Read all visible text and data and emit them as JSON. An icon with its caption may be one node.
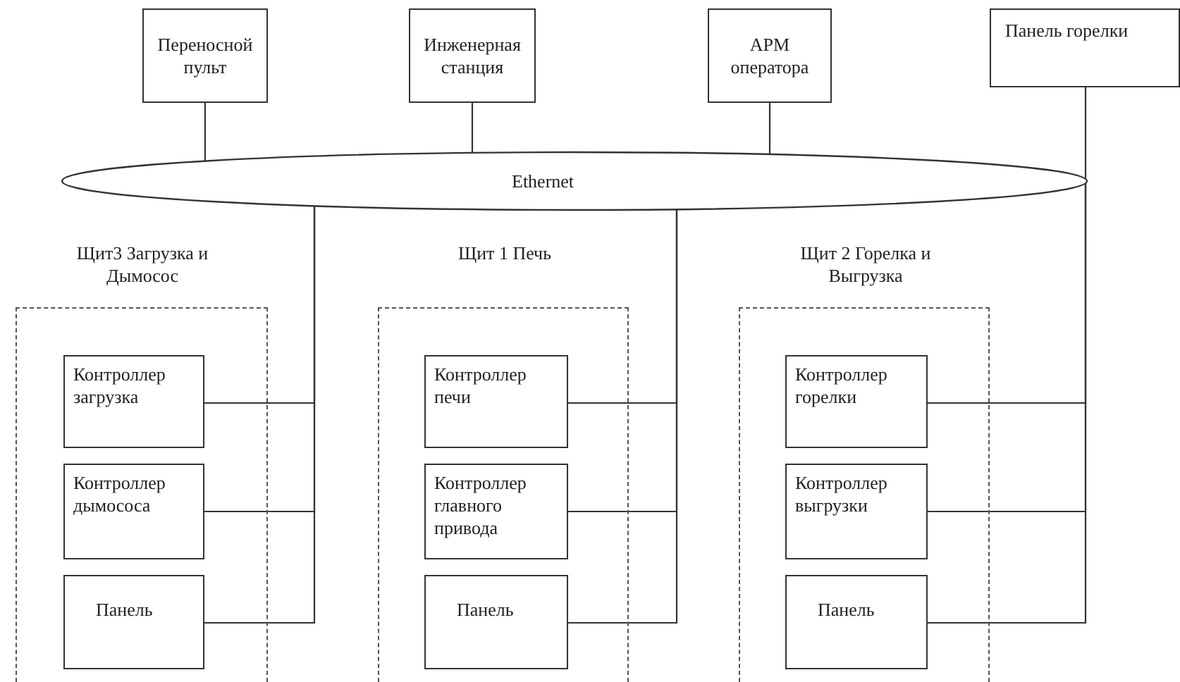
{
  "diagram": {
    "nodes": [
      {
        "text": [
          "Переносной пульт"
        ]
      },
      {
        "text": [
          "Инженерная станция"
        ]
      },
      {
        "text": [
          "АРМ оператора"
        ]
      },
      {
        "text": [
          "Панель горелки"
        ]
      },
      {
        "text": [
          "Ethernet"
        ]
      },
      {
        "text": [
          "Щит3 Загрузка и Дымосос"
        ]
      },
      {
        "text": [
          "Контроллер загрузка"
        ],
        "in": 5
      },
      {
        "text": [
          "Контроллер дымососа"
        ],
        "in": 5
      },
      {
        "text": [
          "Панель"
        ],
        "in": 5
      },
      {
        "text": [
          "Щит 1 Печь"
        ]
      },
      {
        "text": [
          "Контроллер печи"
        ],
        "in": 9
      },
      {
        "text": [
          "Контроллер главного привода"
        ],
        "in": 9
      },
      {
        "text": [
          "Панель"
        ],
        "in": 9
      },
      {
        "text": [
          "Щит 2 Горелка и Выгрузка"
        ]
      },
      {
        "text": [
          "Контроллер горелки"
        ],
        "in": 13
      },
      {
        "text": [
          "Контроллер выгрузки"
        ],
        "in": 13
      },
      {
        "text": [
          "Панель"
        ],
        "in": 13
      }
    ],
    "edges": [
      {
        "from": 0,
        "to": 4,
        "arrow": "none"
      },
      {
        "from": 1,
        "to": 4,
        "arrow": "none"
      },
      {
        "from": 2,
        "to": 4,
        "arrow": "none"
      },
      {
        "from": 3,
        "to": 4,
        "arrow": "none"
      },
      {
        "from": 6,
        "to": 4,
        "arrow": "none"
      },
      {
        "from": 7,
        "to": 4,
        "arrow": "none"
      },
      {
        "from": 8,
        "to": 4,
        "arrow": "none"
      },
      {
        "from": 10,
        "to": 4,
        "arrow": "none"
      },
      {
        "from": 11,
        "to": 4,
        "arrow": "none"
      },
      {
        "from": 12,
        "to": 4,
        "arrow": "none"
      },
      {
        "from": 14,
        "to": 4,
        "arrow": "none"
      },
      {
        "from": 15,
        "to": 4,
        "arrow": "none"
      },
      {
        "from": 16,
        "to": 4,
        "arrow": "none"
      }
    ]
  }
}
